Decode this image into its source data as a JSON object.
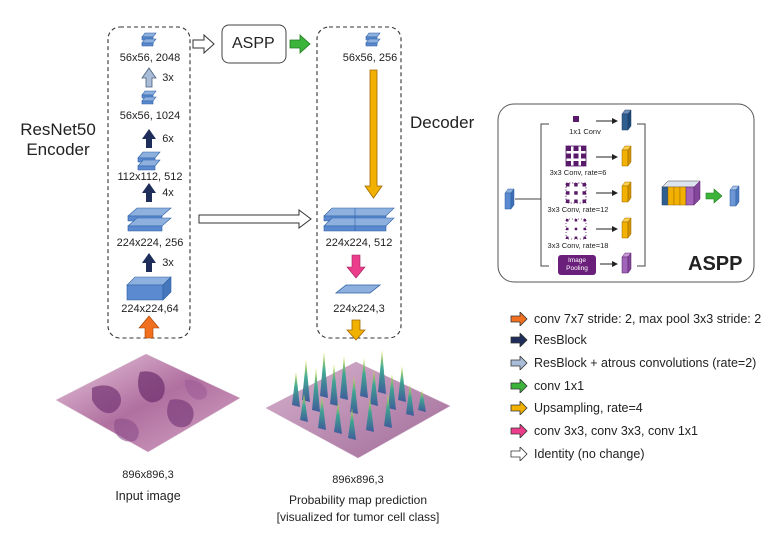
{
  "encoder": {
    "title": "ResNet50\nEncoder",
    "dims": [
      "56x56, 2048",
      "56x56, 1024",
      "112x112, 512",
      "224x224, 256",
      "224x224,64"
    ],
    "repeats": [
      "3x",
      "6x",
      "4x",
      "3x"
    ]
  },
  "aspp_label": "ASPP",
  "decoder": {
    "title": "Decoder",
    "dims": [
      "56x56, 256",
      "224x224, 512",
      "224x224,3"
    ]
  },
  "aspp_panel": {
    "title": "ASPP",
    "branches": [
      "1x1 Conv",
      "3x3 Conv, rate=6",
      "3x3 Conv, rate=12",
      "3x3 Conv, rate=18"
    ],
    "image_pooling": "Image\nPooling"
  },
  "input": {
    "dims": "896x896,3",
    "caption": "Input image"
  },
  "output": {
    "dims": "896x896,3",
    "caption": "Probability map prediction\n[visualized for tumor cell class]"
  },
  "legend": [
    {
      "label": "conv 7x7 stride: 2, max pool 3x3 stride: 2",
      "color": "#f07020"
    },
    {
      "label": "ResBlock",
      "color": "#1f2d5a"
    },
    {
      "label": "ResBlock + atrous convolutions (rate=2)",
      "color": "#a9bcd8"
    },
    {
      "label": "conv 1x1",
      "color": "#3cb43c"
    },
    {
      "label": "Upsampling, rate=4",
      "color": "#f2b000"
    },
    {
      "label": "conv 3x3, conv 3x3, conv 1x1",
      "color": "#ec3d8c"
    },
    {
      "label": "Identity (no change)",
      "color": "#ffffff"
    }
  ]
}
